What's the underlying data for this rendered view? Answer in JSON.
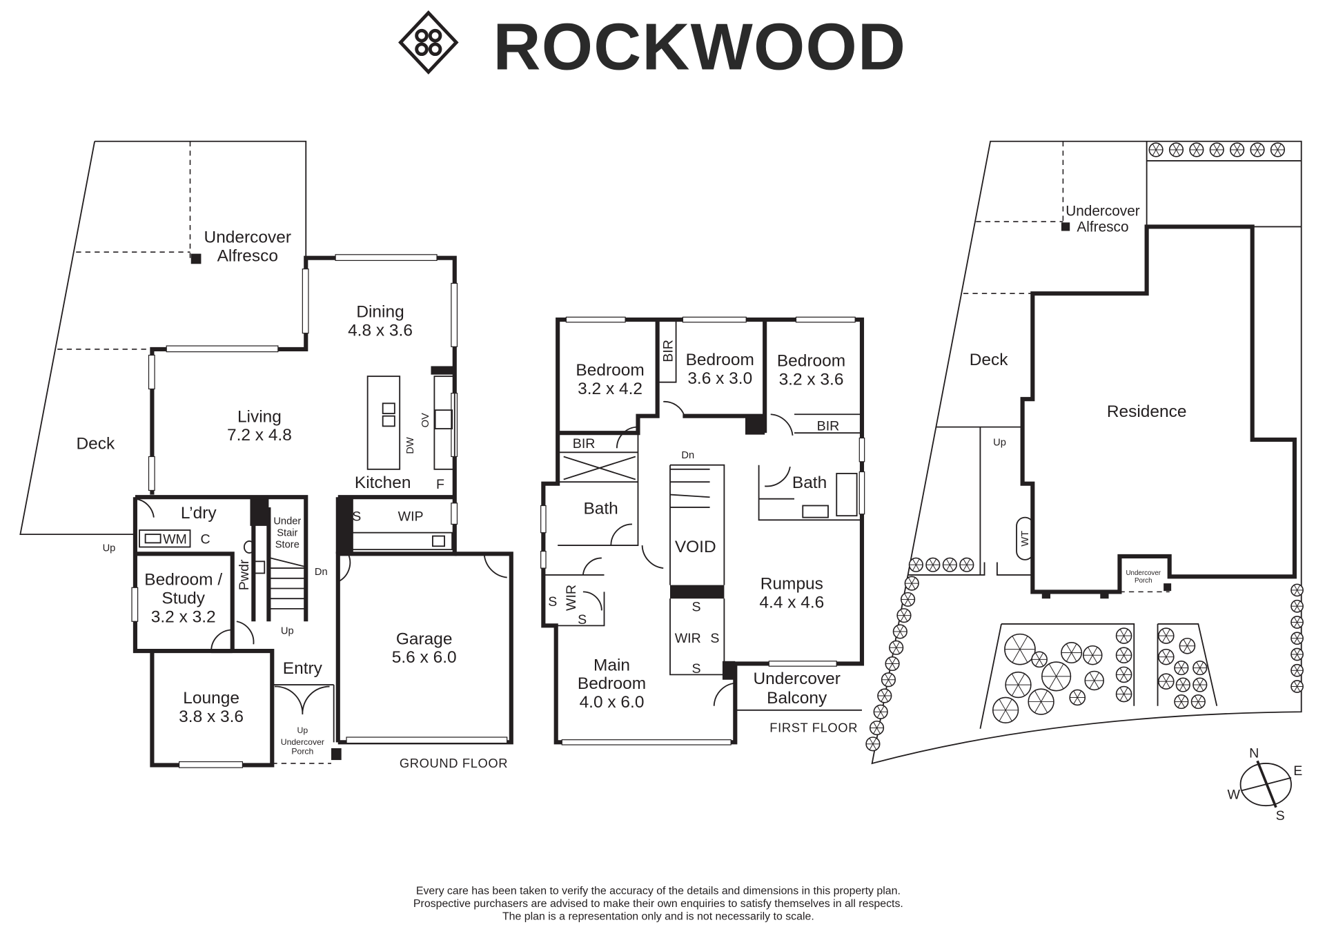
{
  "logo": {
    "brand": "ROCKWOOD"
  },
  "ground_floor": {
    "title": "GROUND FLOOR",
    "alfresco": [
      "Undercover",
      "Alfresco"
    ],
    "dining": [
      "Dining",
      "4.8 x 3.6"
    ],
    "living": [
      "Living",
      "7.2 x 4.8"
    ],
    "deck": "Deck",
    "kitchen": "Kitchen",
    "fridge": "F",
    "oven": "OV",
    "dishwasher": "DW",
    "laundry": "L’dry",
    "washing_machine": "WM",
    "cupboard": "C",
    "under_stair_store": [
      "Under",
      "Stair",
      "Store"
    ],
    "powder": "Pwdr",
    "bedroom_study": [
      "Bedroom /",
      "Study",
      "3.2 x 3.2"
    ],
    "lounge": [
      "Lounge",
      "3.8 x 3.6"
    ],
    "entry": "Entry",
    "garage": [
      "Garage",
      "5.6 x 6.0"
    ],
    "wip": "WIP",
    "shelf": "S",
    "down": "Dn",
    "up_deck": "Up",
    "up_stairs": "Up",
    "up_porch": "Up",
    "porch": [
      "Undercover",
      "Porch"
    ]
  },
  "first_floor": {
    "title": "FIRST FLOOR",
    "bedroom_1": [
      "Bedroom",
      "3.2 x 4.2"
    ],
    "bedroom_2": [
      "Bedroom",
      "3.6 x 3.0"
    ],
    "bedroom_3": [
      "Bedroom",
      "3.2 x 3.6"
    ],
    "bir_1": "BIR",
    "bir_2": "BIR",
    "bir_3": "BIR",
    "bath_1": "Bath",
    "bath_2": "Bath",
    "down": "Dn",
    "void": "VOID",
    "rumpus": [
      "Rumpus",
      "4.4 x 4.6"
    ],
    "wir_1": "WIR",
    "wir_2": "WIR",
    "shelf": "S",
    "main_bedroom": [
      "Main",
      "Bedroom",
      "4.0 x 6.0"
    ],
    "balcony": [
      "Undercover",
      "Balcony"
    ]
  },
  "site_plan": {
    "alfresco": [
      "Undercover",
      "Alfresco"
    ],
    "deck": "Deck",
    "residence": "Residence",
    "up": "Up",
    "water_tank": "WT",
    "porch": [
      "Undercover",
      "Porch"
    ],
    "compass": {
      "n": "N",
      "e": "E",
      "s": "S",
      "w": "W"
    }
  },
  "disclaimer": [
    "Every care has been taken to verify the accuracy of the details and dimensions in this property plan.",
    "Prospective purchasers are advised to make their own enquiries to satisfy themselves in all respects.",
    "The plan is a representation only and is not necessarily to scale."
  ]
}
